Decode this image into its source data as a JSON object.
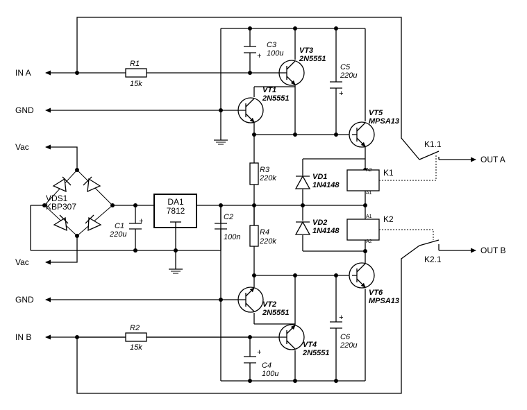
{
  "ports": {
    "in_a": "IN A",
    "gnd_top": "GND",
    "vac_top": "Vac",
    "vac_bottom": "Vac",
    "gnd_bottom": "GND",
    "in_b": "IN B",
    "out_a": "OUT A",
    "out_b": "OUT B"
  },
  "parts": {
    "r1": {
      "ref": "R1",
      "value": "15k"
    },
    "r2": {
      "ref": "R2",
      "value": "15k"
    },
    "r3": {
      "ref": "R3",
      "value": "220k"
    },
    "r4": {
      "ref": "R4",
      "value": "220k"
    },
    "c1": {
      "ref": "C1",
      "value": "220u"
    },
    "c2": {
      "ref": "C2",
      "value": "100n"
    },
    "c3": {
      "ref": "C3",
      "value": "100u"
    },
    "c4": {
      "ref": "C4",
      "value": "100u"
    },
    "c5": {
      "ref": "C5",
      "value": "220u"
    },
    "c6": {
      "ref": "C6",
      "value": "220u"
    },
    "vt1": {
      "ref": "VT1",
      "value": "2N5551"
    },
    "vt2": {
      "ref": "VT2",
      "value": "2N5551"
    },
    "vt3": {
      "ref": "VT3",
      "value": "2N5551"
    },
    "vt4": {
      "ref": "VT4",
      "value": "2N5551"
    },
    "vt5": {
      "ref": "VT5",
      "value": "MPSA13"
    },
    "vt6": {
      "ref": "VT6",
      "value": "MPSA13"
    },
    "vd1": {
      "ref": "VD1",
      "value": "1N4148"
    },
    "vd2": {
      "ref": "VD2",
      "value": "1N4148"
    },
    "vds1": {
      "ref": "VDS1",
      "value": "KBP307"
    },
    "da1": {
      "ref": "DA1",
      "value": "7812"
    },
    "k1": {
      "ref": "K1",
      "pin_a2": "A2",
      "pin_a1": "A1"
    },
    "k2": {
      "ref": "K2",
      "pin_a1": "A1",
      "pin_a2": "A2"
    },
    "k11": {
      "ref": "K1.1"
    },
    "k21": {
      "ref": "K2.1"
    },
    "polarity": "+"
  }
}
